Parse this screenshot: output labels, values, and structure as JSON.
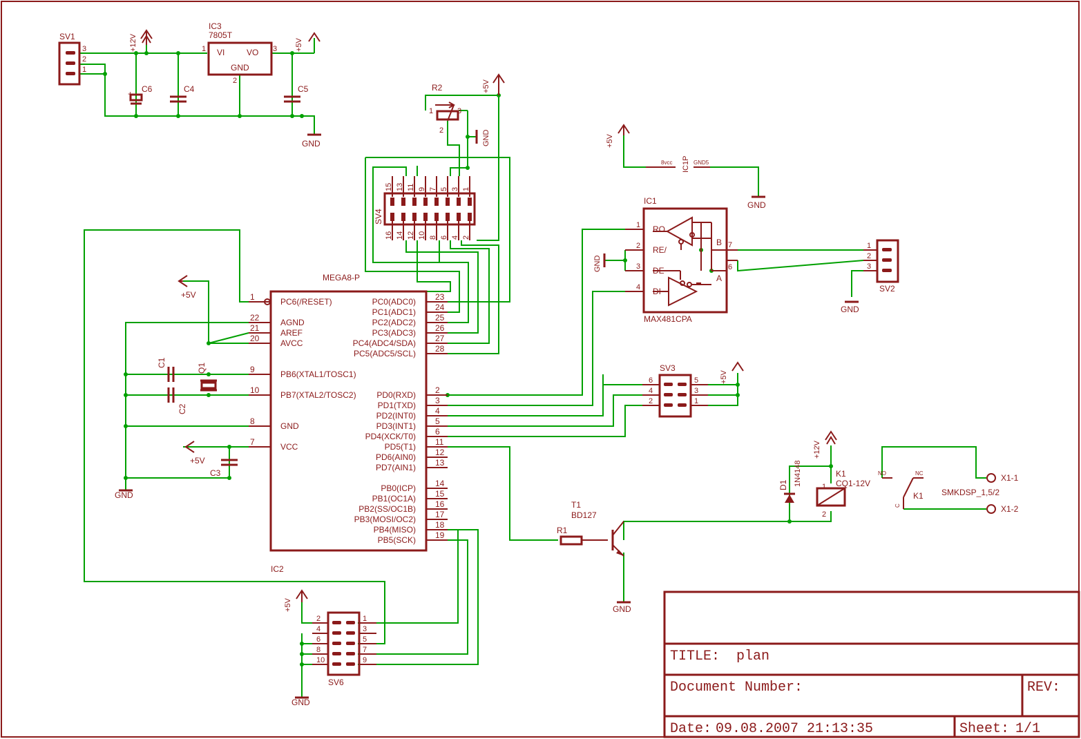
{
  "title_block": {
    "title_label": "TITLE:",
    "title_value": "plan",
    "doc_label": "Document Number:",
    "rev_label": "REV:",
    "date_label": "Date:",
    "date_value": "09.08.2007 21:13:35",
    "sheet_label": "Sheet:",
    "sheet_value": "1/1"
  },
  "colors": {
    "component": "#8b1a1a",
    "wire": "#00a000",
    "background": "#ffffff"
  },
  "power": {
    "sv1": "SV1",
    "ic3": "IC3",
    "ic3_part": "7805T",
    "vi": "VI",
    "vo": "VO",
    "gnd_pin": "GND",
    "c6": "C6",
    "c4": "C4",
    "c5": "C5",
    "p12v": "+12V",
    "p5v": "+5V",
    "gnd": "GND",
    "pin1": "1",
    "pin2": "2",
    "pin3": "3"
  },
  "r2": {
    "name": "R2",
    "p1": "1",
    "p2": "2",
    "p3": "3",
    "p5v": "+5V",
    "gnd": "GND"
  },
  "sv4": {
    "name": "SV4",
    "top_pins": [
      "15",
      "13",
      "11",
      "9",
      "7",
      "5",
      "3",
      "1"
    ],
    "bottom_pins": [
      "16",
      "14",
      "12",
      "10",
      "8",
      "6",
      "4",
      "2"
    ]
  },
  "ic1p": {
    "p5v": "+5V",
    "vcc": "8vcc",
    "name": "IC1P",
    "gnd5": "GND5",
    "gnd": "GND"
  },
  "ic1": {
    "name": "IC1",
    "part": "MAX481CPA",
    "pins_left": [
      {
        "num": "1",
        "name": "RO"
      },
      {
        "num": "2",
        "name": "RE/"
      },
      {
        "num": "3",
        "name": "DE"
      },
      {
        "num": "4",
        "name": "DI"
      }
    ],
    "b": "B",
    "a": "A",
    "p7": "7",
    "p6": "6",
    "gnd": "GND"
  },
  "sv2": {
    "name": "SV2",
    "pins": [
      "1",
      "2",
      "3"
    ],
    "gnd": "GND"
  },
  "mcu": {
    "part": "MEGA8-P",
    "name": "IC2",
    "left_pins": [
      {
        "num": "1",
        "name": "PC6(/RESET)"
      },
      {
        "num": "22",
        "name": "AGND"
      },
      {
        "num": "21",
        "name": "AREF"
      },
      {
        "num": "20",
        "name": "AVCC"
      },
      {
        "num": "9",
        "name": "PB6(XTAL1/TOSC1)"
      },
      {
        "num": "10",
        "name": "PB7(XTAL2/TOSC2)"
      },
      {
        "num": "8",
        "name": "GND"
      },
      {
        "num": "7",
        "name": "VCC"
      }
    ],
    "right_pins": [
      {
        "num": "23",
        "name": "PC0(ADC0)"
      },
      {
        "num": "24",
        "name": "PC1(ADC1)"
      },
      {
        "num": "25",
        "name": "PC2(ADC2)"
      },
      {
        "num": "26",
        "name": "PC3(ADC3)"
      },
      {
        "num": "27",
        "name": "PC4(ADC4/SDA)"
      },
      {
        "num": "28",
        "name": "PC5(ADC5/SCL)"
      },
      {
        "num": "2",
        "name": "PD0(RXD)"
      },
      {
        "num": "3",
        "name": "PD1(TXD)"
      },
      {
        "num": "4",
        "name": "PD2(INT0)"
      },
      {
        "num": "5",
        "name": "PD3(INT1)"
      },
      {
        "num": "6",
        "name": "PD4(XCK/T0)"
      },
      {
        "num": "11",
        "name": "PD5(T1)"
      },
      {
        "num": "12",
        "name": "PD6(AIN0)"
      },
      {
        "num": "13",
        "name": "PD7(AIN1)"
      },
      {
        "num": "14",
        "name": "PB0(ICP)"
      },
      {
        "num": "15",
        "name": "PB1(OC1A)"
      },
      {
        "num": "16",
        "name": "PB2(SS/OC1B)"
      },
      {
        "num": "17",
        "name": "PB3(MOSI/OC2)"
      },
      {
        "num": "18",
        "name": "PB4(MISO)"
      },
      {
        "num": "19",
        "name": "PB5(SCK)"
      }
    ]
  },
  "left_parts": {
    "p5v_top": "+5V",
    "c1": "C1",
    "c2": "C2",
    "q1": "Q1",
    "p5v_vcc": "+5V",
    "c3": "C3",
    "gnd": "GND"
  },
  "sv3": {
    "name": "SV3",
    "left": [
      "6",
      "4",
      "2"
    ],
    "right": [
      "5",
      "3",
      "1"
    ],
    "p5v": "+5V"
  },
  "relay": {
    "p12v": "+12V",
    "d1": "D1",
    "d1_part": "1N4148",
    "k1": "K1",
    "k1_part": "CQ1-12V",
    "p1": "1",
    "p2": "2",
    "no": "NO",
    "nc": "NC",
    "k1c": "K1",
    "c": "C",
    "x1_1": "X1-1",
    "x1_2": "X1-2",
    "terminal": "SMKDSP_1,5/2"
  },
  "transistor": {
    "t1": "T1",
    "part": "BD127",
    "r1": "R1",
    "gnd": "GND"
  },
  "sv6": {
    "name": "SV6",
    "p5v": "+5V",
    "gnd": "GND",
    "left": [
      "2",
      "4",
      "6",
      "8",
      "10"
    ],
    "right": [
      "1",
      "3",
      "5",
      "7",
      "9"
    ]
  }
}
